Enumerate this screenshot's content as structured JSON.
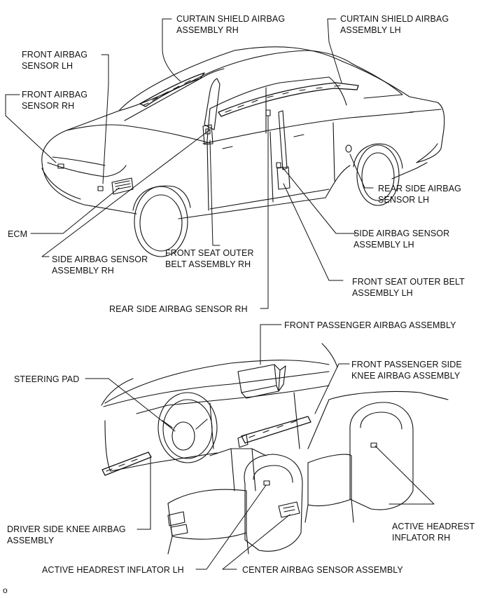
{
  "labels": {
    "curtain_shield_rh": [
      "CURTAIN SHIELD AIRBAG",
      "ASSEMBLY RH"
    ],
    "curtain_shield_lh": [
      "CURTAIN SHIELD AIRBAG",
      "ASSEMBLY LH"
    ],
    "front_airbag_sensor_lh": [
      "FRONT AIRBAG",
      "SENSOR LH"
    ],
    "front_airbag_sensor_rh": [
      "FRONT AIRBAG",
      "SENSOR RH"
    ],
    "rear_side_sensor_lh": [
      "REAR SIDE AIRBAG",
      "SENSOR LH"
    ],
    "ecm": [
      "ECM"
    ],
    "side_airbag_sensor_lh": [
      "SIDE AIRBAG SENSOR",
      "ASSEMBLY LH"
    ],
    "side_airbag_sensor_rh": [
      "SIDE AIRBAG SENSOR",
      "ASSEMBLY RH"
    ],
    "front_seat_belt_rh": [
      "FRONT SEAT OUTER",
      "BELT ASSEMBLY RH"
    ],
    "front_seat_belt_lh": [
      "FRONT SEAT OUTER BELT",
      "ASSEMBLY LH"
    ],
    "rear_side_sensor_rh": [
      "REAR SIDE AIRBAG SENSOR RH"
    ],
    "front_passenger_airbag": [
      "FRONT PASSENGER AIRBAG ASSEMBLY"
    ],
    "steering_pad": [
      "STEERING PAD"
    ],
    "front_passenger_knee": [
      "FRONT PASSENGER SIDE",
      "KNEE AIRBAG ASSEMBLY"
    ],
    "driver_knee": [
      "DRIVER SIDE KNEE AIRBAG",
      "ASSEMBLY"
    ],
    "headrest_rh": [
      "ACTIVE HEADREST",
      "INFLATOR RH"
    ],
    "headrest_lh": [
      "ACTIVE HEADREST INFLATOR LH"
    ],
    "center_sensor": [
      "CENTER AIRBAG SENSOR ASSEMBLY"
    ]
  },
  "figure_code": "o"
}
